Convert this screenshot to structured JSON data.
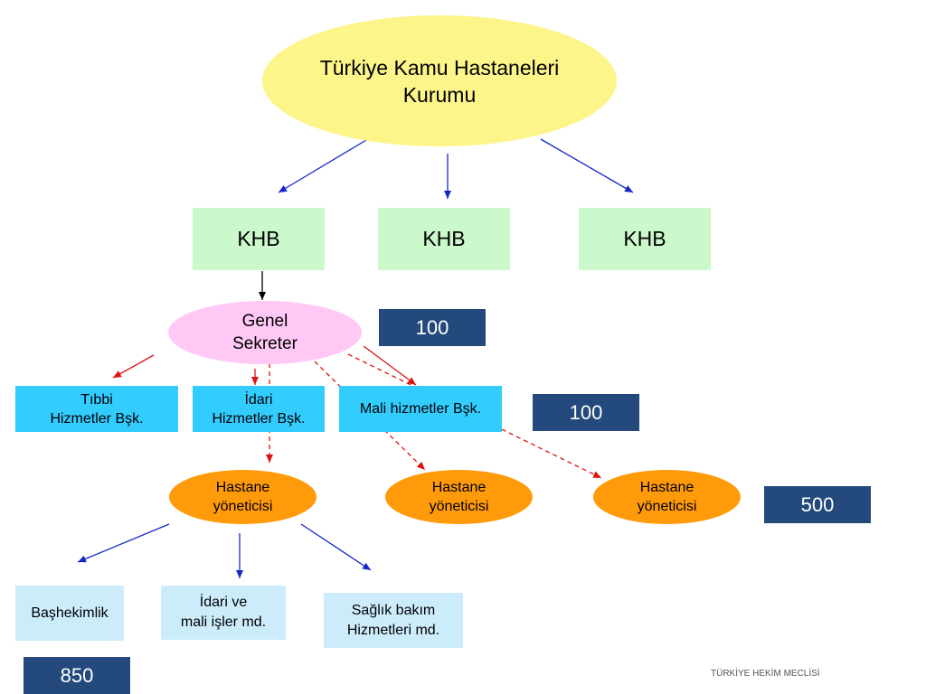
{
  "top_node": {
    "label": "Türkiye Kamu Hastaneleri\nKurumu"
  },
  "khb_nodes": [
    {
      "label": "KHB"
    },
    {
      "label": "KHB"
    },
    {
      "label": "KHB"
    }
  ],
  "genel_sekreter": {
    "label": "Genel\nSekreter"
  },
  "departments": [
    {
      "label": "Tıbbi\nHizmetler Bşk."
    },
    {
      "label": "İdari\nHizmetler Bşk."
    },
    {
      "label": "Mali hizmetler Bşk."
    }
  ],
  "hospital_managers": [
    {
      "label": "Hastane\nyöneticisi"
    },
    {
      "label": "Hastane\nyöneticisi"
    },
    {
      "label": "Hastane\nyöneticisi"
    }
  ],
  "sub_units": [
    {
      "label": "Başhekimlik"
    },
    {
      "label": "İdari ve\nmali işler md."
    },
    {
      "label": "Sağlık bakım\nHizmetleri md."
    }
  ],
  "counts": {
    "genel_sekreter": "100",
    "departments": "100",
    "hospital_managers": "500",
    "sub_units": "850"
  },
  "footer": "TÜRKİYE HEKİM MECLİSİ",
  "colors": {
    "blue_arrow": "#1428c8",
    "black_arrow": "#000000",
    "red_arrow": "#e01010",
    "badge": "#24497c",
    "khb_box": "#ccf9cc",
    "department_box": "#33ccff",
    "hospital_manager": "#ff9a0a",
    "sub_unit_box": "#ccecfc"
  }
}
